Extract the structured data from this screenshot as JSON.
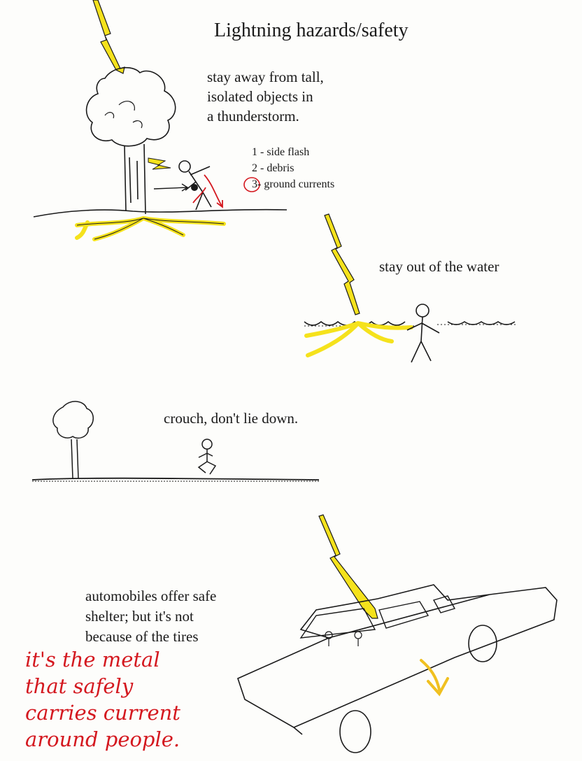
{
  "title": "Lightning hazards/safety",
  "tall_objects": {
    "lines": [
      "stay away from tall,",
      "isolated objects in",
      "a thunderstorm."
    ]
  },
  "dangers": [
    {
      "num": "1",
      "text": " - side flash"
    },
    {
      "num": "2",
      "text": " - debris"
    },
    {
      "num": "3",
      "text": "- ground currents"
    }
  ],
  "water": {
    "text": "stay out of the water"
  },
  "crouch": {
    "text": "crouch, don't lie down."
  },
  "automobile": {
    "lines": [
      "automobiles offer safe",
      "shelter; but it's not",
      "because of the tires"
    ]
  },
  "handwritten_note": {
    "lines": [
      "it's the metal",
      "that safely",
      "carries current",
      "around people."
    ],
    "color": "#d4181f"
  },
  "colors": {
    "lightning": "#f5e21c",
    "ink": "#1a1a1a",
    "red_pen": "#d4181f"
  }
}
